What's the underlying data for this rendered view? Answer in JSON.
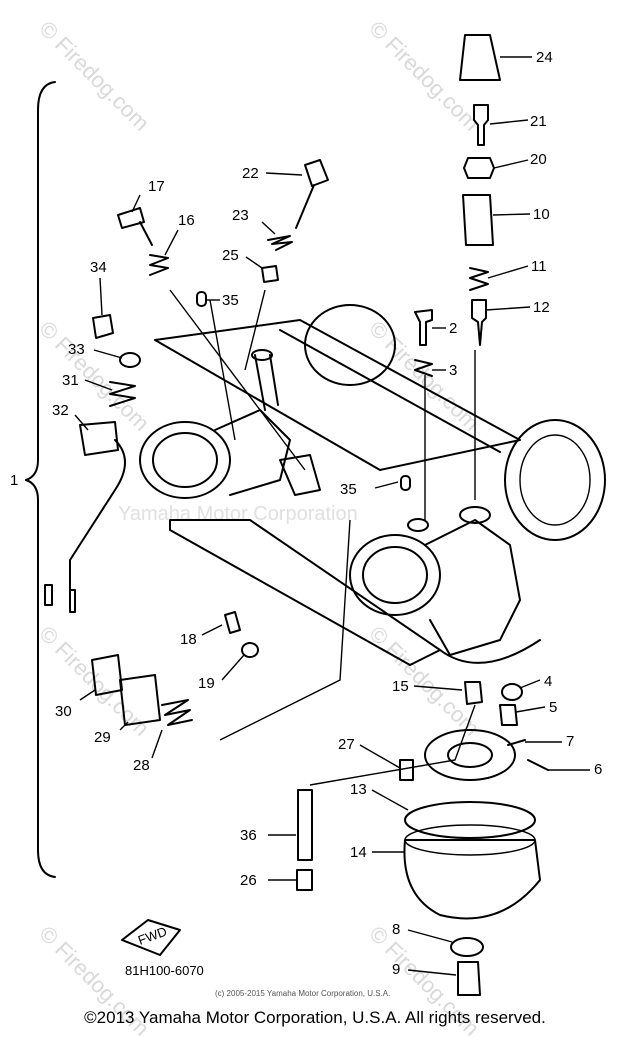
{
  "diagram": {
    "code": "81H100-6070",
    "fwd_label": "FWD",
    "small_copyright": "(c) 2005-2015 Yamaha Motor Corporation, U.S.A.",
    "center_watermark": "Yamaha Motor Corporation",
    "watermark": "© Firedog.com",
    "assembly_label": "1",
    "callouts": [
      "24",
      "21",
      "20",
      "10",
      "11",
      "12",
      "2",
      "3",
      "22",
      "23",
      "25",
      "17",
      "16",
      "35",
      "34",
      "33",
      "31",
      "32",
      "35",
      "18",
      "19",
      "15",
      "4",
      "5",
      "7",
      "6",
      "27",
      "13",
      "14",
      "36",
      "26",
      "30",
      "29",
      "28",
      "8",
      "9"
    ]
  },
  "footer": {
    "copyright": "©2013 Yamaha Motor Corporation, U.S.A. All rights reserved."
  }
}
